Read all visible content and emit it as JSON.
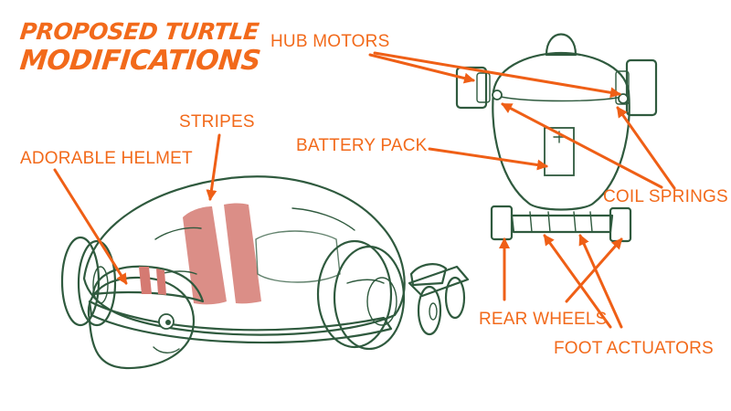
{
  "title": {
    "line1": "PROPOSED TURTLE",
    "line2": "MODIFICATIONS"
  },
  "labels": {
    "hub_motors": "HUB MOTORS",
    "stripes": "STRIPES",
    "battery_pack": "BATTERY PACK",
    "adorable_helmet": "ADORABLE HELMET",
    "coil_springs": "COIL SPRINGS",
    "rear_wheels": "REAR WHEELS",
    "foot_actuators": "FOOT ACTUATORS"
  },
  "colors": {
    "label_orange": "#f26a1b",
    "ink_green": "#2f5a3e",
    "shell_grey": "#c9c2b2",
    "stripe_red": "#d06a63",
    "turtle_green": "#8fc37f",
    "background": "#ffffff"
  }
}
